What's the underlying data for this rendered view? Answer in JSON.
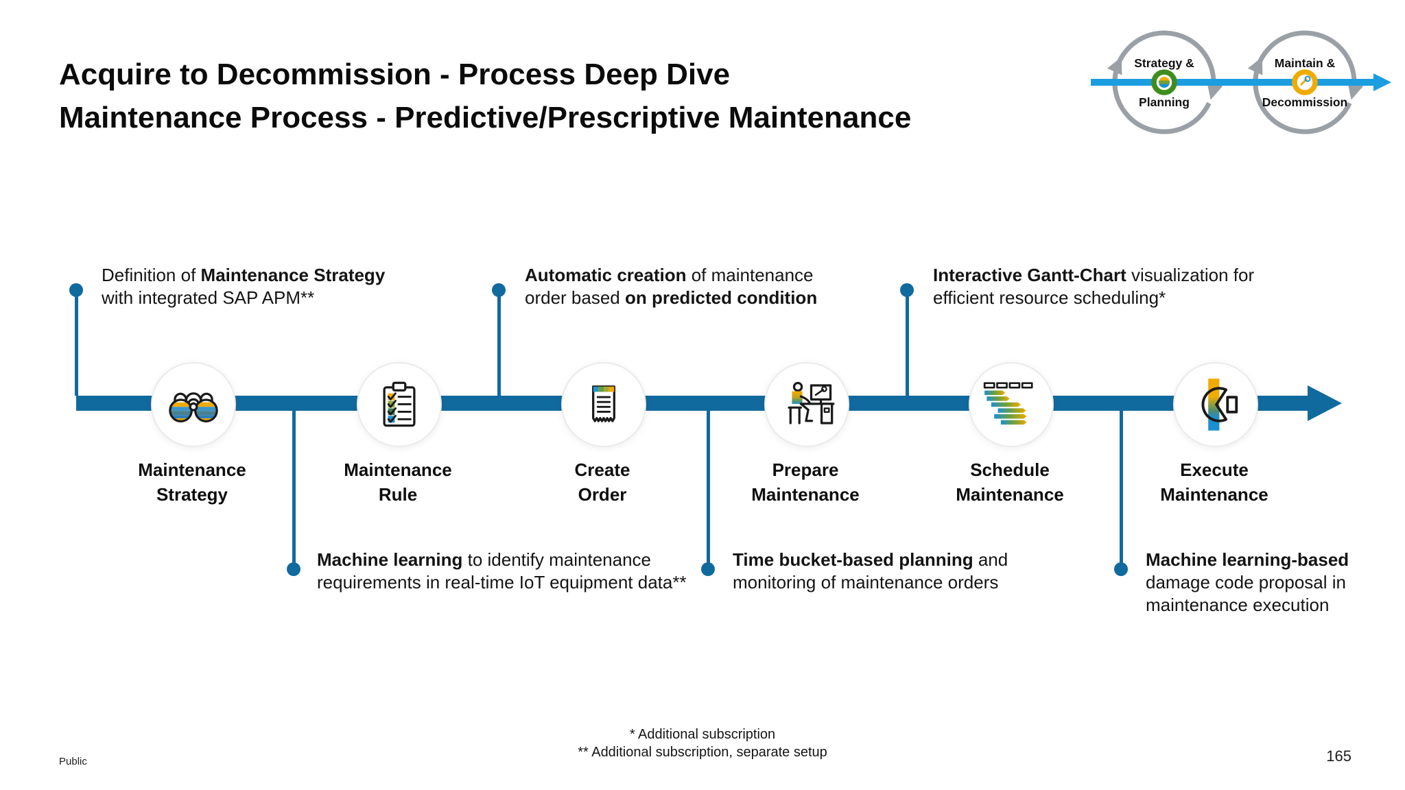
{
  "slide": {
    "title": {
      "line1": "Acquire to Decommission - Process Deep Dive",
      "line2": "Maintenance Process - Predictive/Prescriptive Maintenance"
    },
    "classification": "Public",
    "page_number": "165",
    "footnotes": {
      "line1": "* Additional subscription",
      "line2": "** Additional subscription, separate setup"
    }
  },
  "lifecycle": {
    "left_loop": {
      "label_top": "Strategy &",
      "label_bottom": "Planning",
      "badge_icon": "strategy-planning-badge-icon"
    },
    "right_loop": {
      "label_top": "Maintain &",
      "label_bottom": "Decommission",
      "badge_icon": "maintain-decommission-badge-icon"
    }
  },
  "steps": [
    {
      "line1": "Maintenance",
      "line2": "Strategy",
      "icon": "binoculars-icon"
    },
    {
      "line1": "Maintenance",
      "line2": "Rule",
      "icon": "checklist-clipboard-icon"
    },
    {
      "line1": "Create",
      "line2": "Order",
      "icon": "receipt-icon"
    },
    {
      "line1": "Prepare",
      "line2": "Maintenance",
      "icon": "technician-at-desk-icon"
    },
    {
      "line1": "Schedule",
      "line2": "Maintenance",
      "icon": "gantt-chart-icon"
    },
    {
      "line1": "Execute",
      "line2": "Maintenance",
      "icon": "wrench-icon"
    }
  ],
  "callouts_above": [
    {
      "lines": [
        [
          {
            "text": "Definition of ",
            "bold": false
          },
          {
            "text": "Maintenance Strategy",
            "bold": true
          }
        ],
        [
          {
            "text": "with integrated SAP APM**",
            "bold": false
          }
        ]
      ]
    },
    {
      "lines": [
        [
          {
            "text": "Automatic creation",
            "bold": true
          },
          {
            "text": " of maintenance",
            "bold": false
          }
        ],
        [
          {
            "text": "order based ",
            "bold": false
          },
          {
            "text": "on predicted condition",
            "bold": true
          }
        ]
      ]
    },
    {
      "lines": [
        [
          {
            "text": "Interactive Gantt-Chart",
            "bold": true
          },
          {
            "text": " visualization for",
            "bold": false
          }
        ],
        [
          {
            "text": "efficient resource scheduling*",
            "bold": false
          }
        ]
      ]
    }
  ],
  "callouts_below": [
    {
      "lines": [
        [
          {
            "text": "Machine learning",
            "bold": true
          },
          {
            "text": " to identify maintenance",
            "bold": false
          }
        ],
        [
          {
            "text": "requirements in real-time IoT equipment data**",
            "bold": false
          }
        ]
      ]
    },
    {
      "lines": [
        [
          {
            "text": "Time bucket-based planning",
            "bold": true
          },
          {
            "text": " and",
            "bold": false
          }
        ],
        [
          {
            "text": "monitoring of maintenance orders",
            "bold": false
          }
        ]
      ]
    },
    {
      "lines": [
        [
          {
            "text": "Machine learning-based",
            "bold": true
          }
        ],
        [
          {
            "text": "damage code proposal in",
            "bold": false
          }
        ],
        [
          {
            "text": "maintenance execution",
            "bold": false
          }
        ]
      ]
    }
  ],
  "colors": {
    "timeline-blue": "#116a9e",
    "arrow-blue": "#1b9de0",
    "sap-gold": "#f0ab00",
    "ring-green": "#3f8d1e",
    "arc-gray": "#9aa0a6",
    "icon-blue": "#1b90d0",
    "icon-green": "#6fa03c",
    "icon-olive": "#9aa93c",
    "icon-dark-green": "#3e7a52"
  }
}
